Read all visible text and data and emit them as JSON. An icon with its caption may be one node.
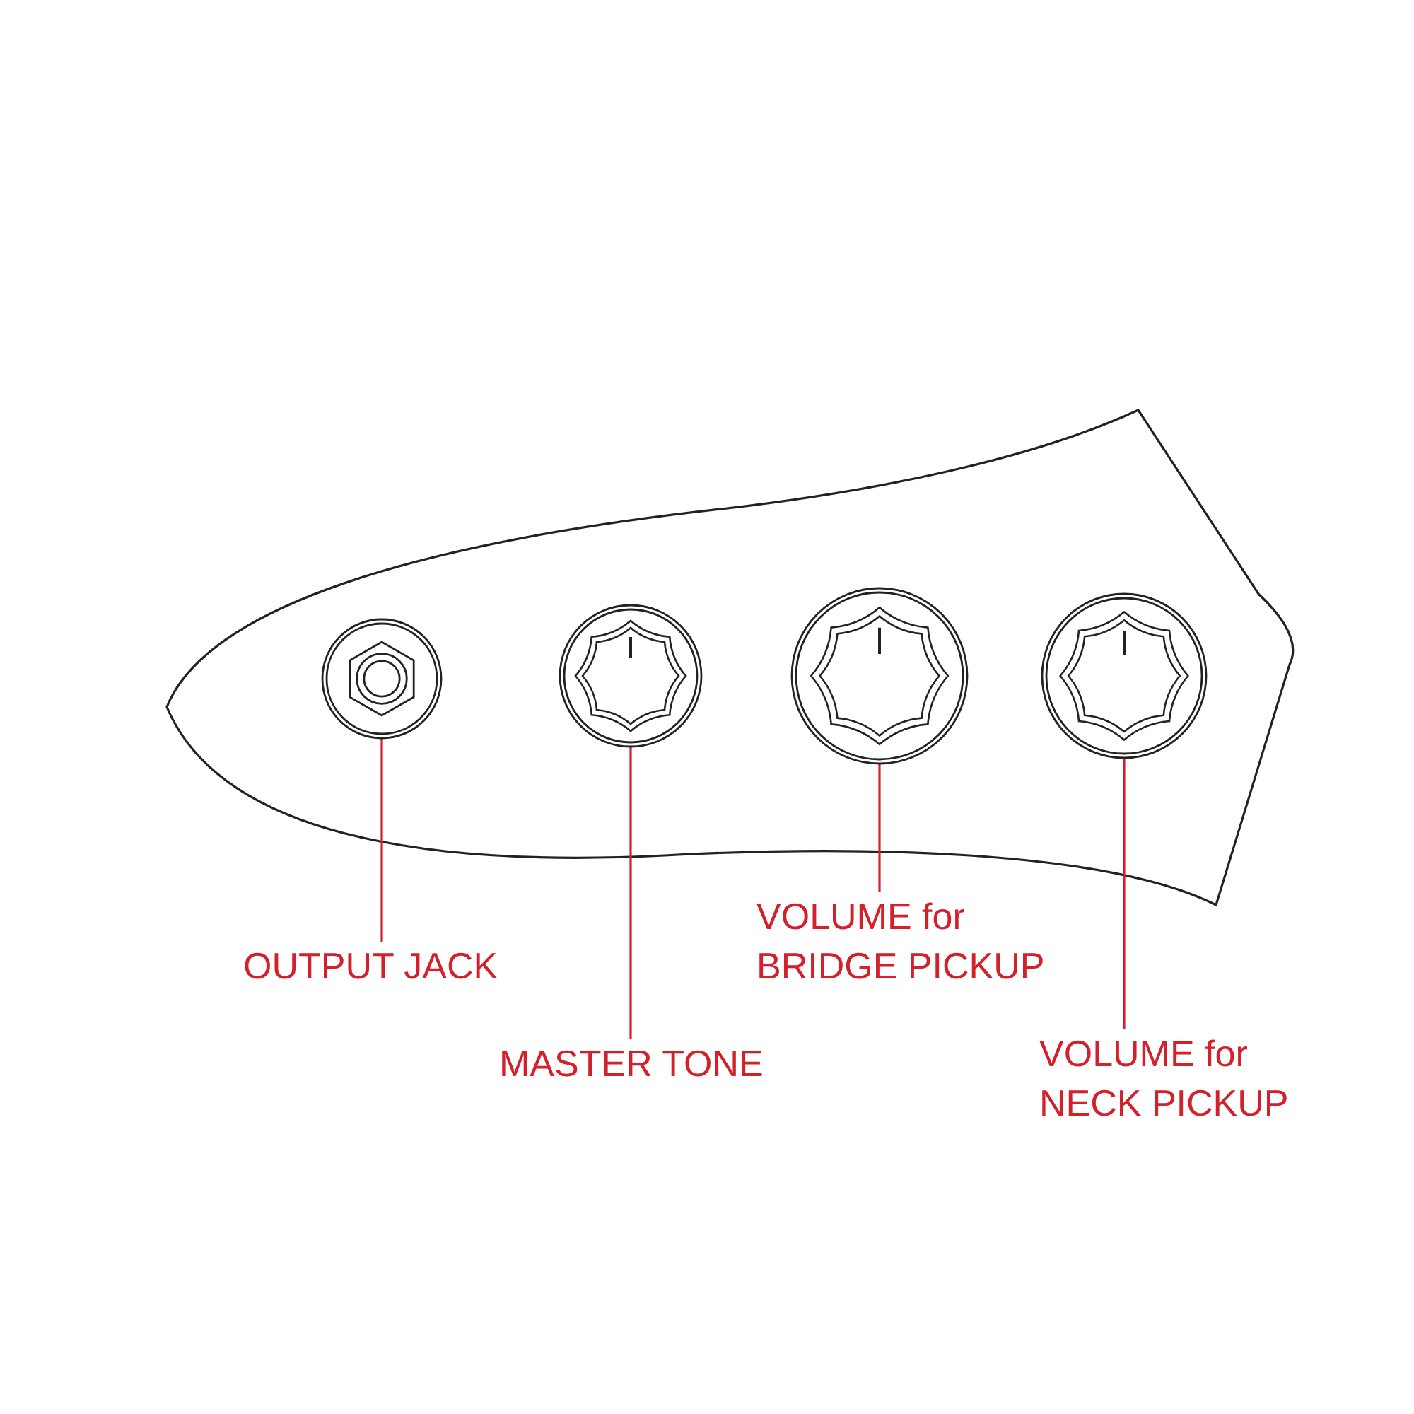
{
  "diagram": {
    "nodes": [
      {
        "text": [],
        "shape": "circle"
      },
      {
        "text": [],
        "shape": "circle"
      },
      {
        "text": [],
        "shape": "circle"
      },
      {
        "text": [],
        "shape": "circle"
      },
      {
        "text": [
          "OUTPUT JACK"
        ]
      },
      {
        "text": [
          "VOLUME for BRIDGE PICKUP"
        ]
      },
      {
        "text": [
          "MASTER TONE"
        ]
      },
      {
        "text": [
          "VOLUME for NECK PICKUP"
        ]
      }
    ],
    "edges": [
      {
        "from": 4,
        "to": 0,
        "arrow": "none"
      },
      {
        "from": 6,
        "to": 1,
        "arrow": "none"
      },
      {
        "from": 5,
        "to": 2,
        "arrow": "none"
      },
      {
        "from": 7,
        "to": 3,
        "arrow": "none"
      }
    ]
  }
}
